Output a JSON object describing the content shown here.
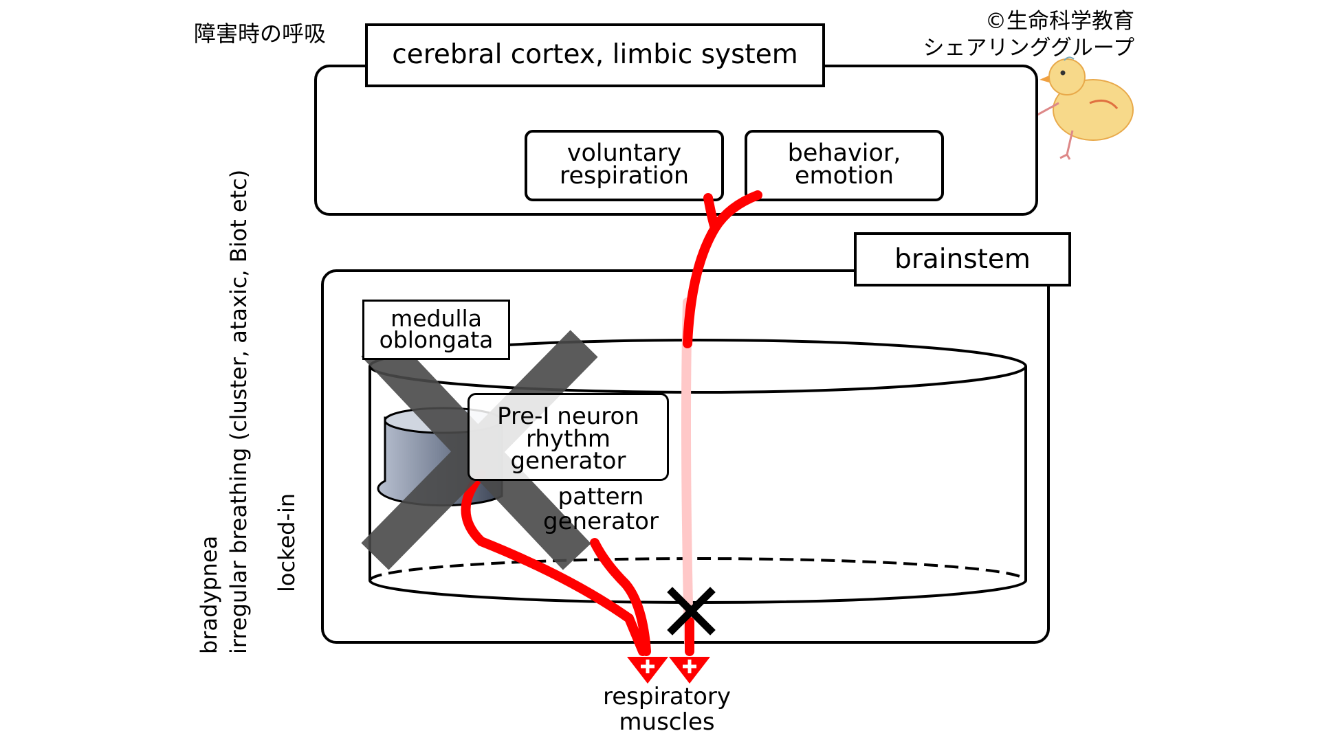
{
  "title": "障害時の呼吸",
  "credit": {
    "line1": "©生命科学教育",
    "line2": "シェアリンググループ"
  },
  "labels": {
    "cortex": "cerebral cortex, limbic system",
    "voluntary": "voluntary\nrespiration",
    "behavior": "behavior,\nemotion",
    "brainstem": "brainstem",
    "medulla": "medulla\noblongata",
    "rhythm": "Pre-I neuron\nrhythm\ngenerator",
    "pattern": "pattern\ngenerator",
    "muscles": "respiratory\nmuscles"
  },
  "side_notes": {
    "bradypnea": "bradypnea",
    "irregular": "irregular breathing (cluster, ataxic, Biot etc)",
    "locked_in": "locked-in"
  },
  "colors": {
    "pathway": "#ff0000",
    "pathway_blocked": "#ffc8c8",
    "lesion": "#4a4a4a",
    "rhythm_body": "#8c96a8"
  }
}
